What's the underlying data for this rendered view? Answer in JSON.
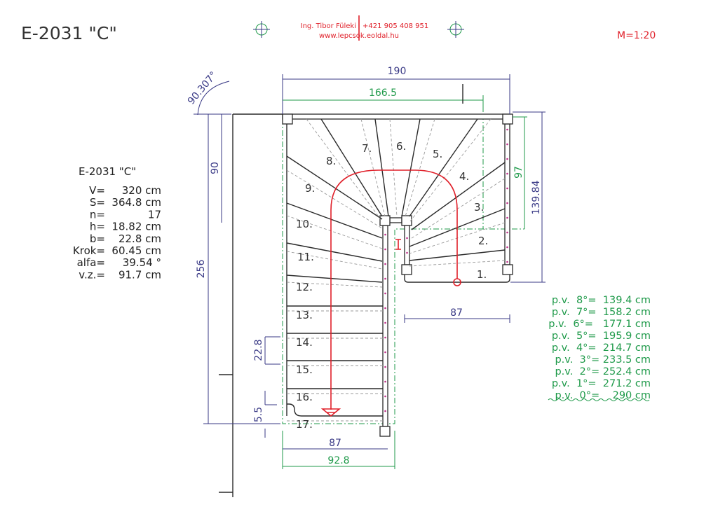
{
  "header": {
    "drawing_title": "E-2031 \"C\"",
    "author": "Ing. Tibor Füleki",
    "phone": "+421 905 408 951",
    "website": "www.lepcsok.eoldal.hu",
    "scale": "M=1:20"
  },
  "specs": {
    "title": "E-2031 \"C\"",
    "rows": [
      {
        "label": "V=",
        "value": "320 cm"
      },
      {
        "label": "S=",
        "value": "364.8 cm"
      },
      {
        "label": "n=",
        "value": "17"
      },
      {
        "label": "h=",
        "value": "18.82 cm"
      },
      {
        "label": "b=",
        "value": "22.8 cm"
      },
      {
        "label": "Krok=",
        "value": "60.45 cm"
      },
      {
        "label": "alfa=",
        "value": "39.54 °"
      },
      {
        "label": "v.z.=",
        "value": "91.7 cm"
      }
    ]
  },
  "headroom": [
    "p.v.  8°=  139.4 cm",
    "p.v.  7°=  158.2 cm",
    "p.v.  6°=   177.1 cm",
    "p.v.  5°=  195.9 cm",
    "p.v.  4°=  214.7 cm",
    "p.v.  3°= 233.5 cm",
    "p.v.  2°= 252.4 cm",
    "p.v.  1°=  271.2 cm",
    "p.v.  0°=    290 cm"
  ],
  "dimensions": {
    "width_total": "190",
    "width_inner": "166.5",
    "angle": "90.307°",
    "height_total": "256",
    "height_upper": "90",
    "right_inner": "97",
    "right_total": "139.84",
    "landing_width": "87",
    "tread_depth": "22.8",
    "nosing": "5.5",
    "bottom_width": "87",
    "bottom_outer": "92.8"
  },
  "steps": [
    "1.",
    "2.",
    "3.",
    "4.",
    "5.",
    "6.",
    "7.",
    "8.",
    "9.",
    "10.",
    "11.",
    "12.",
    "13.",
    "14.",
    "15.",
    "16.",
    "17."
  ],
  "colors": {
    "ink": "#2a2a2a",
    "dimension": "#3a3a86",
    "green": "#1f9a4a",
    "red": "#e0202a"
  }
}
